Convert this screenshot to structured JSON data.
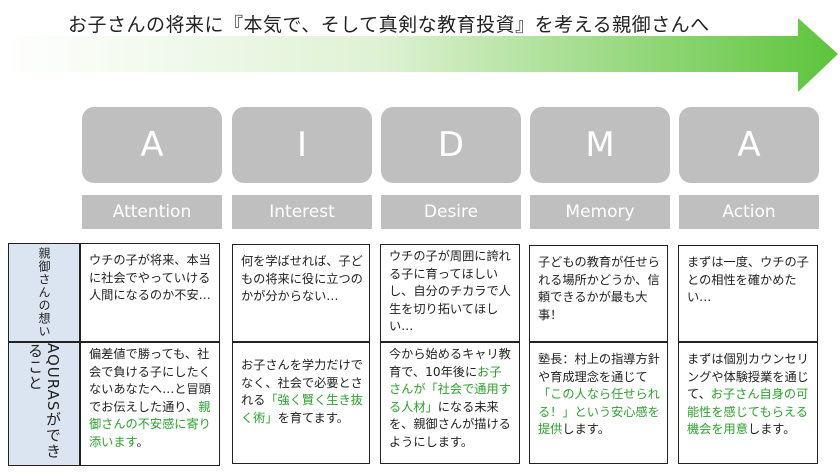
{
  "title": "お子さんの将来に『本気で、そして真剣な教育投資』を考える親御さんへ",
  "colors": {
    "arrow_start": "#ffffff",
    "arrow_end": "#5cc43a",
    "box_gray": "#bfbfbf",
    "label_blue": "#dbe5f1",
    "highlight_green": "#2aa32a"
  },
  "stages": [
    {
      "letter": "A",
      "word": "Attention"
    },
    {
      "letter": "I",
      "word": "Interest"
    },
    {
      "letter": "D",
      "word": "Desire"
    },
    {
      "letter": "M",
      "word": "Memory"
    },
    {
      "letter": "A",
      "word": "Action"
    }
  ],
  "row_labels": {
    "feelings": "親御さんの想い",
    "aquras": "AQURASができること"
  },
  "feelings": [
    "ウチの子が将来、本当に社会でやっていける人間になるのか不安…",
    "何を学ばせれば、子どもの将来に役に立つのかが分からない…",
    "ウチの子が周囲に誇れる子に育ってほしいし、自分のチカラで人生を切り拓いてほしい…",
    "子どもの教育が任せられる場所かどうか、信頼できるかが最も大事！",
    "まずは一度、ウチの子との相性を確かめたい…"
  ],
  "aquras": [
    {
      "before": "偏差値で勝っても、社会で負ける子にしたくないあなたへ…と冒頭でお伝えした通り、",
      "highlight": "親御さんの不安感に寄り添います",
      "after": "。"
    },
    {
      "before": "お子さんを学力だけでなく、社会で必要とされる",
      "highlight": "「強く賢く生き抜く術」",
      "after": "を育てます。"
    },
    {
      "before": "今から始めるキャリ教育で、10年後に",
      "highlight": "お子さんが「社会で通用する人材」",
      "after": "になる未来を、親御さんが描けるようにします。"
    },
    {
      "before": "塾長：村上の指導方針や育成理念を通じて",
      "highlight": "「この人なら任せられる！」という安心感を提供",
      "after": "します。"
    },
    {
      "before": "まずは個別カウンセリングや体験授業を通じて、",
      "highlight": "お子さん自身の可能性を感じてもらえる機会を用意",
      "after": "します。"
    }
  ]
}
